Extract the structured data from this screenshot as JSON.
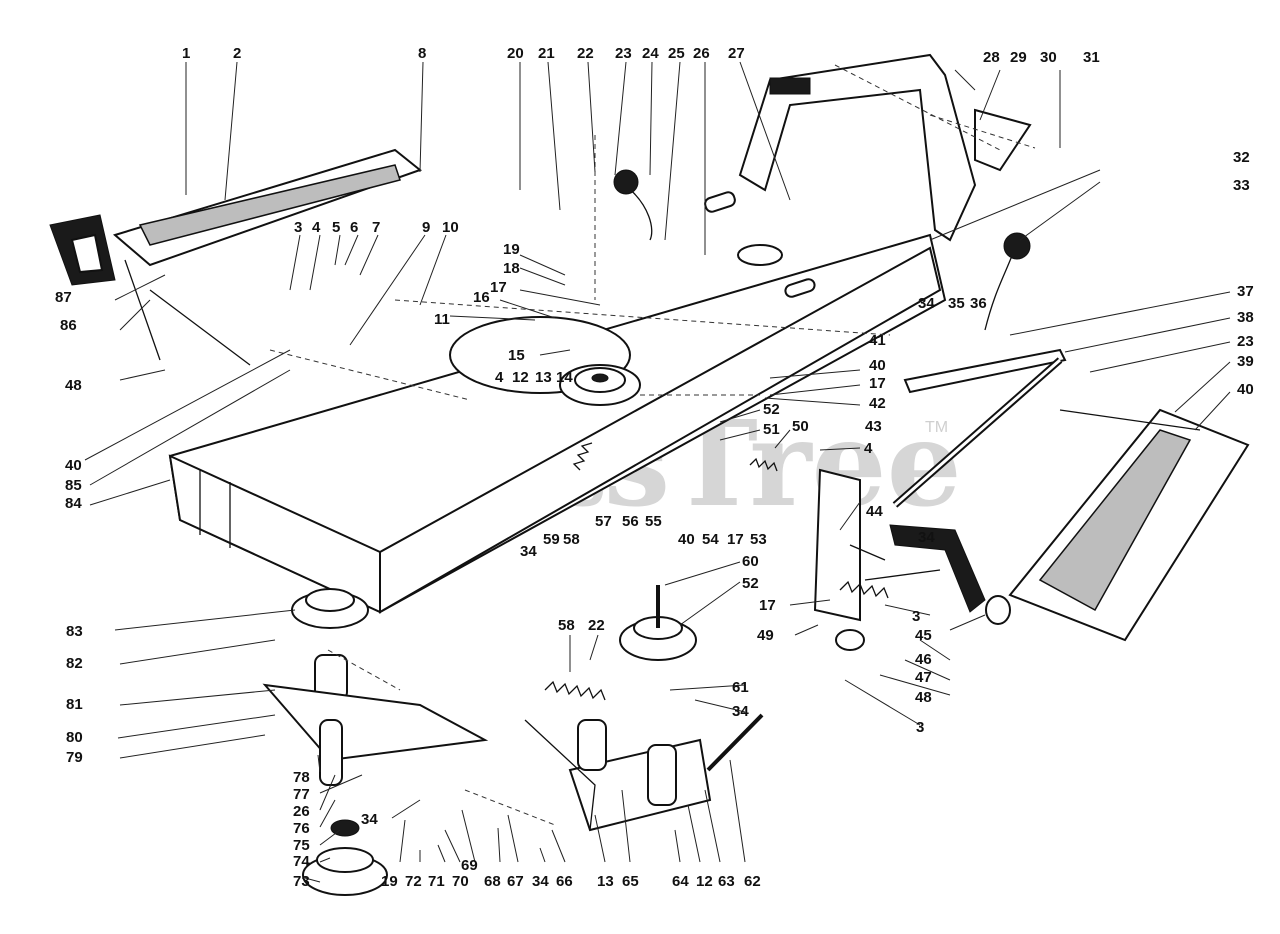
{
  "watermark": {
    "text": "PartsTree",
    "trademark": "TM"
  },
  "callouts": [
    "1",
    "2",
    "8",
    "20",
    "21",
    "22",
    "23",
    "24",
    "25",
    "26",
    "27",
    "28",
    "29",
    "30",
    "31",
    "32",
    "33",
    "3",
    "4",
    "5",
    "6",
    "7",
    "9",
    "10",
    "87",
    "86",
    "48",
    "19",
    "18",
    "17",
    "16",
    "11",
    "15",
    "4",
    "12",
    "13",
    "14",
    "34",
    "35",
    "36",
    "37",
    "38",
    "23",
    "39",
    "40",
    "41",
    "40",
    "17",
    "42",
    "52",
    "51",
    "50",
    "43",
    "4",
    "40",
    "85",
    "84",
    "34",
    "59",
    "58",
    "57",
    "56",
    "55",
    "40",
    "54",
    "17",
    "53",
    "34",
    "60",
    "52",
    "17",
    "49",
    "44",
    "3",
    "45",
    "46",
    "47",
    "48",
    "3",
    "83",
    "82",
    "81",
    "80",
    "79",
    "58",
    "22",
    "61",
    "34",
    "78",
    "77",
    "26",
    "76",
    "34",
    "75",
    "74",
    "73",
    "19",
    "72",
    "71",
    "70",
    "69",
    "68",
    "67",
    "34",
    "66",
    "13",
    "65",
    "64",
    "12",
    "63",
    "62"
  ]
}
